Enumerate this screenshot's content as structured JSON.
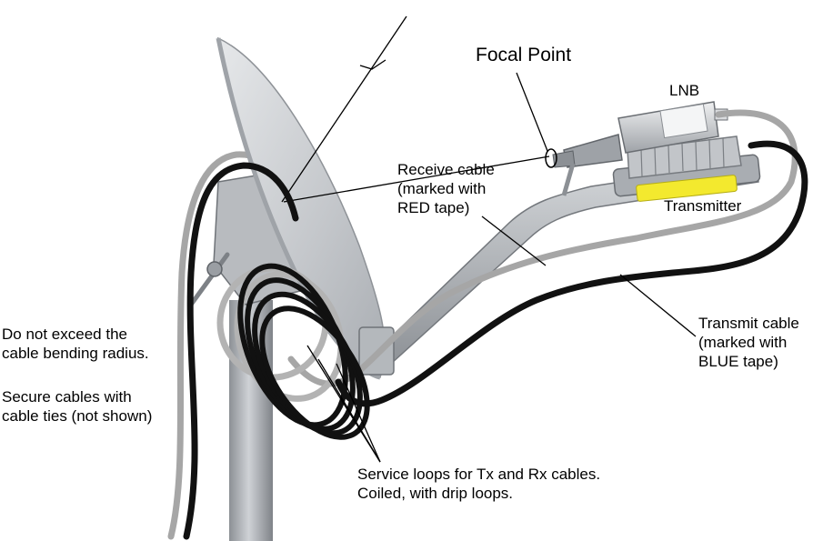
{
  "diagram": {
    "labels": {
      "focal_point": "Focal Point",
      "lnb": "LNB",
      "transmitter": "Transmitter",
      "receive_cable": "Receive cable\n(marked with\nRED tape)",
      "transmit_cable": "Transmit cable\n(marked with\nBLUE tape)",
      "bending_radius": "Do not exceed the\ncable bending radius.",
      "cable_ties": "Secure cables with\ncable ties (not shown)",
      "service_loops": "Service loops for Tx and Rx cables.\nCoiled, with drip loops."
    },
    "colors": {
      "dish": "#c9ccd0",
      "mast": "#a3a7ac",
      "transmitter_band": "#f3e92e",
      "receive_cable": "#a6a6a6",
      "transmit_cable": "#111111"
    },
    "components": [
      "dish-reflector",
      "mounting-mast",
      "feed-arm",
      "lnb-unit",
      "transmitter-unit",
      "receive-cable",
      "transmit-cable",
      "service-loops"
    ]
  }
}
